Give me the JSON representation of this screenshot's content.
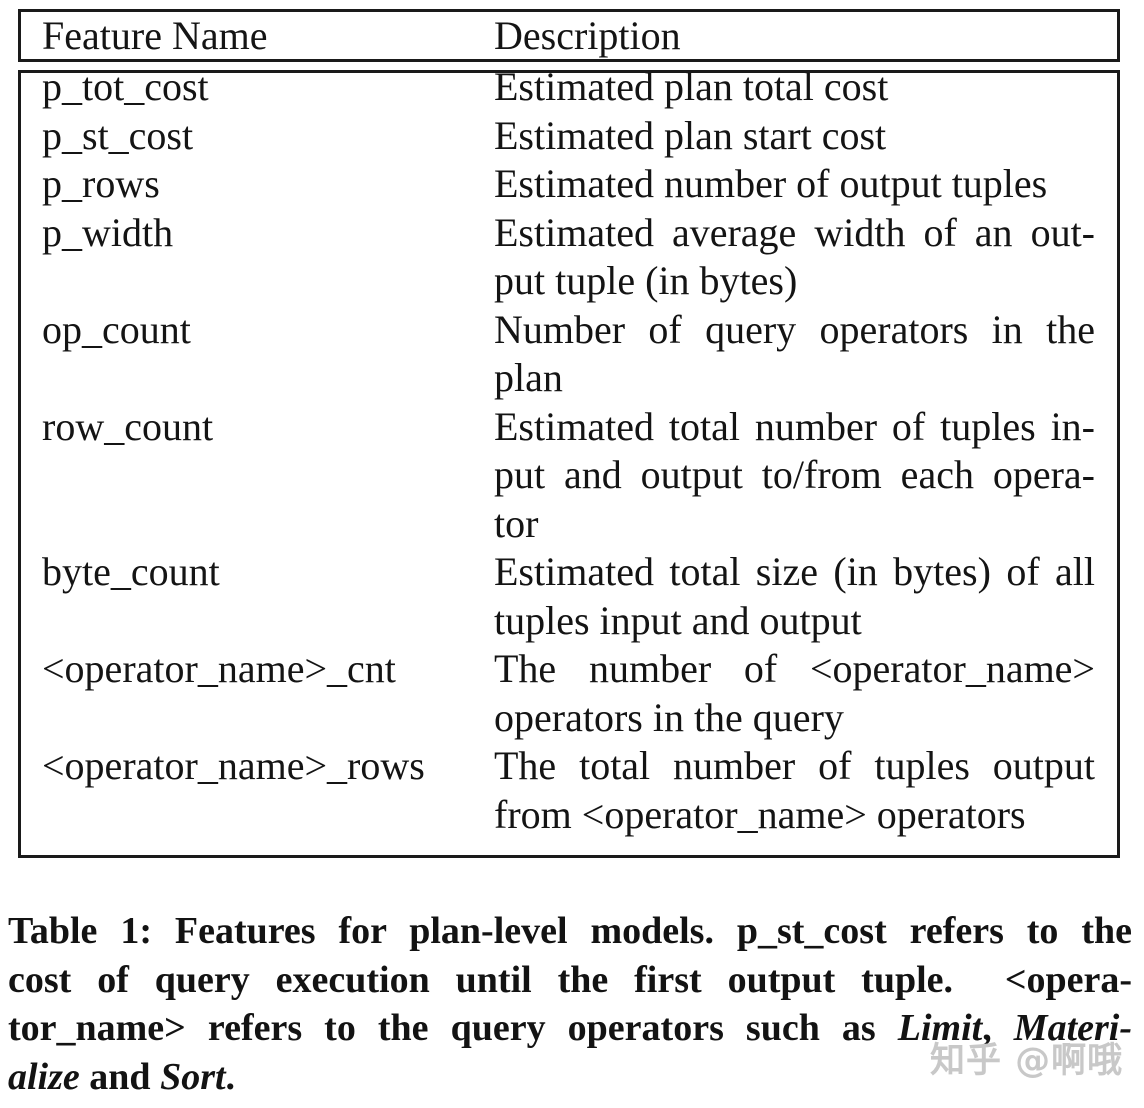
{
  "table": {
    "header": {
      "feature": "Feature Name",
      "description": "Description"
    },
    "rows": [
      {
        "feature": "p_tot_cost",
        "desc": [
          "Estimated plan total cost"
        ]
      },
      {
        "feature": "p_st_cost",
        "desc": [
          "Estimated plan start cost"
        ]
      },
      {
        "feature": "p_rows",
        "desc": [
          "Estimated number of output tuples"
        ]
      },
      {
        "feature": "p_width",
        "desc": [
          "Estimated average width of an out-",
          "put tuple (in bytes)"
        ]
      },
      {
        "feature": "op_count",
        "desc": [
          "Number of query operators in the",
          "plan"
        ]
      },
      {
        "feature": "row_count",
        "desc": [
          "Estimated total number of tuples in-",
          "put and output to/from each opera-",
          "tor"
        ]
      },
      {
        "feature": "byte_count",
        "desc": [
          "Estimated total size (in bytes) of all",
          "tuples input and output"
        ]
      },
      {
        "feature": "<operator_name>_cnt",
        "desc": [
          "The number of <operator_name>",
          "operators in the query"
        ]
      },
      {
        "feature": "<operator_name>_rows",
        "desc": [
          "The total number of tuples output",
          "from <operator_name> operators"
        ]
      }
    ]
  },
  "caption": {
    "lines": [
      {
        "parts": [
          "Table 1: Features for plan-level models. p_st_cost refers to the"
        ]
      },
      {
        "parts": [
          "cost of query execution until the first output tuple.  <opera-"
        ]
      },
      {
        "parts": [
          "tor_name> refers to the query operators such as ",
          "Limit",
          ", ",
          "Materi-"
        ]
      },
      {
        "parts": [
          "alize",
          " and ",
          "Sort",
          "."
        ]
      }
    ]
  },
  "watermark": {
    "text": "知乎 @啊哦"
  },
  "colors": {
    "text": "#141414",
    "border": "#1a1a1a",
    "background": "#ffffff",
    "watermark": "#c8c8c8"
  }
}
